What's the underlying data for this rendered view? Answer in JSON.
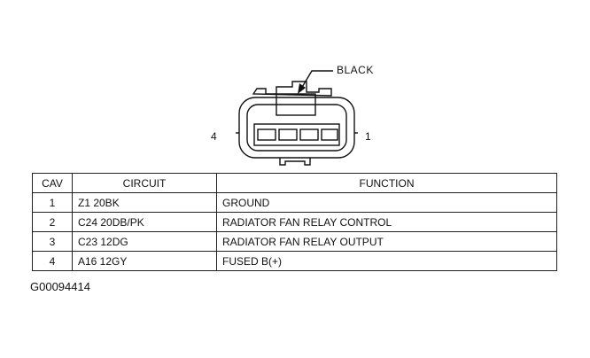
{
  "connector": {
    "callout_label": "BLACK",
    "pin_left": "4",
    "pin_right": "1"
  },
  "table": {
    "headers": {
      "cav": "CAV",
      "circuit": "CIRCUIT",
      "function": "FUNCTION"
    },
    "rows": [
      {
        "cav": "1",
        "circuit": "Z1 20BK",
        "function": "GROUND"
      },
      {
        "cav": "2",
        "circuit": "C24 20DB/PK",
        "function": "RADIATOR FAN RELAY CONTROL"
      },
      {
        "cav": "3",
        "circuit": "C23 12DG",
        "function": "RADIATOR FAN RELAY OUTPUT"
      },
      {
        "cav": "4",
        "circuit": "A16 12GY",
        "function": "FUSED B(+)"
      }
    ]
  },
  "figure_id": "G00094414"
}
